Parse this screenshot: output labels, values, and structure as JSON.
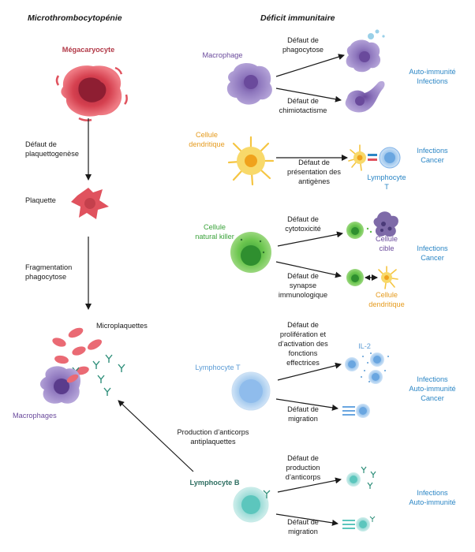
{
  "left": {
    "title": "Microthrombocytopénie",
    "megakaryocyte": "Mégacaryocyte",
    "step1": [
      "Défaut de",
      "plaquettogenèse"
    ],
    "platelet": "Plaquette",
    "step2": [
      "Fragmentation",
      "phagocytose"
    ],
    "microplatelets": "Microplaquettes",
    "macrophages": "Macrophages",
    "antibodies": [
      "Production d’anticorps",
      "antiplaquettes"
    ]
  },
  "right": {
    "title": "Déficit immunitaire",
    "macrophage": {
      "name": "Macrophage",
      "defect1": [
        "Défaut de",
        "phagocytose"
      ],
      "defect2": [
        "Défaut de",
        "chimiotactisme"
      ],
      "outcome": [
        "Auto-immunité",
        "Infections"
      ]
    },
    "dendritic": {
      "name": [
        "Cellule",
        "dendritique"
      ],
      "defect1": [
        "Défaut de",
        "présentation des",
        "antigènes"
      ],
      "target": [
        "Lymphocyte",
        "T"
      ],
      "outcome": [
        "Infections",
        "Cancer"
      ]
    },
    "nk": {
      "name": [
        "Cellule",
        "natural killer"
      ],
      "defect1": [
        "Défaut de",
        "cytotoxicité"
      ],
      "target1": [
        "Cellule",
        "cible"
      ],
      "defect2": [
        "Défaut de",
        "synapse",
        "immunologique"
      ],
      "target2": [
        "Cellule",
        "dendritique"
      ],
      "outcome": [
        "Infections",
        "Cancer"
      ]
    },
    "tcell": {
      "name": "Lymphocyte T",
      "defect1": [
        "Défaut de",
        "prolifération et",
        "d’activation des",
        "fonctions",
        "effectrices"
      ],
      "il2": "IL-2",
      "defect2": [
        "Défaut de",
        "migration"
      ],
      "outcome": [
        "Infections",
        "Auto-immunité",
        "Cancer"
      ]
    },
    "bcell": {
      "name": "Lymphocyte B",
      "defect1": [
        "Défaut de",
        "production",
        "d’anticorps"
      ],
      "defect2": [
        "Défaut de",
        "migration"
      ],
      "outcome": [
        "Infections",
        "Auto-immunité"
      ]
    }
  },
  "colors": {
    "megakaryocyte": "#e0525e",
    "macrophage": "#8f78be",
    "dendritic": "#f5c542",
    "nk": "#5dbb46",
    "tcell": "#a9cdef",
    "bcell": "#a8e0dc",
    "outcome": "#2b86c5"
  }
}
